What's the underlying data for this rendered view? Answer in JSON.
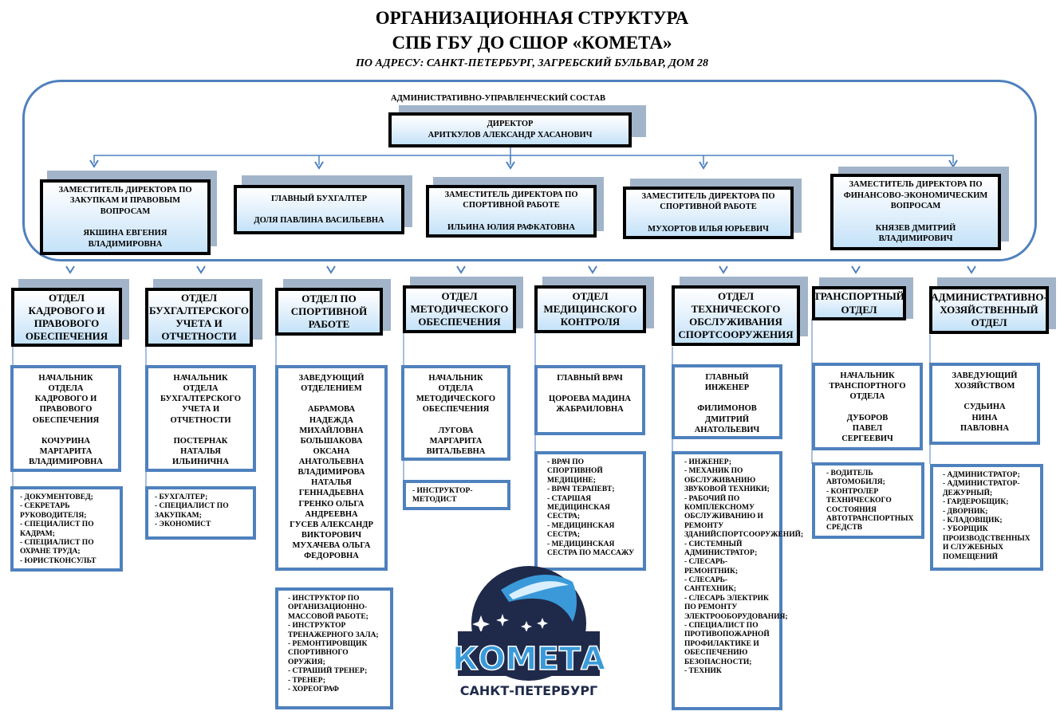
{
  "header": {
    "title_line1": "ОРГАНИЗАЦИОННАЯ СТРУКТУРА",
    "title_line2": "СПБ ГБУ ДО СШОР «КОМЕТА»",
    "address": "ПО АДРЕСУ: САНКТ-ПЕТЕРБУРГ, ЗАГРЕБСКИЙ БУЛЬВАР, ДОМ 28"
  },
  "admin": {
    "label": "АДМИНИСТРАТИВНО-УПРАВЛЕНЧЕСКИЙ СОСТАВ",
    "director": "ДИРЕКТОР\nАРИТКУЛОВ  АЛЕКСАНДР ХАСАНОВИЧ",
    "deputies": [
      "ЗАМЕСТИТЕЛЬ ДИРЕКТОРА ПО ЗАКУПКАМ И ПРАВОВЫМ ВОПРОСАМ\n\nЯКШИНА  ЕВГЕНИЯ ВЛАДИМИРОВНА",
      "ГЛАВНЫЙ  БУХГАЛТЕР\n\nДОЛЯ  ПАВЛИНА  ВАСИЛЬЕВНА",
      "ЗАМЕСТИТЕЛЬ ДИРЕКТОРА ПО СПОРТИВНОЙ РАБОТЕ\n\nИЛЬИНА  ЮЛИЯ  РАФКАТОВНА",
      "ЗАМЕСТИТЕЛЬ ДИРЕКТОРА ПО СПОРТИВНОЙ РАБОТЕ\n\nМУХОРТОВ  ИЛЬЯ  ЮРЬЕВИЧ",
      "ЗАМЕСТИТЕЛЬ ДИРЕКТОРА ПО ФИНАНСОВО-ЭКОНОМИЧЕСКИМ ВОПРОСАМ\n\nКНЯЗЕВ  ДМИТРИЙ ВЛАДИМИРОВИЧ"
    ]
  },
  "departments": [
    {
      "name": "ОТДЕЛ\nКАДРОВОГО И\nПРАВОВОГО\nОБЕСПЕЧЕНИЯ",
      "head": "НАЧАЛЬНИК\nОТДЕЛА\nКАДРОВОГО И\nПРАВОВОГО\nОБЕСПЕЧЕНИЯ\n\nКОЧУРИНА\nМАРГАРИТА\nВЛАДИМИРОВНА",
      "staff": [
        "-  ДОКУМЕНТОВЕД;",
        "-  СЕКРЕТАРЬ РУКОВОДИТЕЛЯ;",
        "-  СПЕЦИАЛИСТ ПО КАДРАМ;",
        "-  СПЕЦИАЛИСТ ПО ОХРАНЕ ТРУДА;",
        "-  ЮРИСТКОНСУЛЬТ"
      ]
    },
    {
      "name": "ОТДЕЛ\nБУХГАЛТЕРСКОГО\nУЧЕТА И\nОТЧЕТНОСТИ",
      "head": "НАЧАЛЬНИК\nОТДЕЛА\nБУХГАЛТЕРСКОГО\nУЧЕТА И\nОТЧЕТНОСТИ\n\nПОСТЕРНАК\nНАТАЛЬЯ\nИЛЬИНИЧНА",
      "staff": [
        "-  БУХГАЛТЕР;",
        "-  СПЕЦИАЛИСТ ПО ЗАКУПКАМ;",
        "-  ЭКОНОМИСТ"
      ]
    },
    {
      "name": "ОТДЕЛ ПО\nСПОРТИВНОЙ\nРАБОТЕ",
      "head": "ЗАВЕДУЮЩИЙ\nОТДЕЛЕНИЕМ\n\nАБРАМОВА\nНАДЕЖДА\nМИХАЙЛОВНА\nБОЛЬШАКОВА\nОКСАНА\nАНАТОЛЬЕВНА\nВЛАДИМИРОВА\nНАТАЛЬЯ\nГЕННАДЬЕВНА\nГРЕНКО ОЛЬГА\nАНДРЕЕВНА\nГУСЕВ АЛЕКСАНДР\nВИКТОРОВИЧ\nМУХАЧЕВА ОЛЬГА\nФЕДОРОВНА",
      "staff": [
        "-  ИНСТРУКТОР ПО ОРГАНИЗАЦИОННО-МАССОВОЙ РАБОТЕ;",
        "-  ИНСТРУКТОР ТРЕНАЖЕРНОГО ЗАЛА;",
        "-  РЕМОНТИРОВЩИК СПОРТИВНОГО ОРУЖИЯ;",
        "- СТРАШИЙ ТРЕНЕР;",
        "-  ТРЕНЕР;",
        "-  ХОРЕОГРАФ"
      ]
    },
    {
      "name": "ОТДЕЛ\nМЕТОДИЧЕСКОГО\nОБЕСПЕЧЕНИЯ",
      "head": "НАЧАЛЬНИК\nОТДЕЛА\nМЕТОДИЧЕСКОГО\nОБЕСПЕЧЕНИЯ\n\nЛУГОВА\nМАРГАРИТА\nВИТАЛЬЕВНА",
      "staff": [
        "-   ИНСТРУКТОР-МЕТОДИСТ"
      ]
    },
    {
      "name": "ОТДЕЛ\nМЕДИЦИНСКОГО\nКОНТРОЛЯ",
      "head": "ГЛАВНЫЙ ВРАЧ\n\nЦОРОЕВА МАДИНА\nЖАБРАИЛОВНА",
      "staff": [
        "-  ВРАЧ ПО СПОРТИВНОЙ МЕДИЦИНЕ;",
        "-  ВРАЧ ТЕРАПЕВТ;",
        "-  СТАРШАЯ МЕДИЦИНСКАЯ СЕСТРА;",
        "-  МЕДИЦИНСКАЯ СЕСТРА;",
        " -  МЕДИЦИНСКАЯ СЕСТРА ПО МАССАЖУ"
      ]
    },
    {
      "name": "ОТДЕЛ\nТЕХНИЧЕСКОГО\nОБСЛУЖИВАНИЯ\nСПОРТСООРУЖЕНИЯ",
      "head": "ГЛАВНЫЙ\nИНЖЕНЕР\n\nФИЛИМОНОВ\nДМИТРИЙ\nАНАТОЛЬЕВИЧ",
      "staff": [
        "-  ИНЖЕНЕР;",
        "-  МЕХАНИК ПО ОБСЛУЖИВАНИЮ ЗВУКОВОЙ ТЕХНИКИ;",
        "-  РАБОЧИЙ ПО КОМПЛЕКСНОМУ ОБСЛУЖИВАНИЮ И РЕМОНТУ ЗДАНИЙСПОРТСООРУЖЕНИЙ;",
        " - СИСТЕМНЫЙ АДМИНИСТРАТОР;",
        " - СЛЕСАРЬ-РЕМОНТНИК;",
        "-  СЛЕСАРЬ-САНТЕХНИК;",
        "-  СЛЕСАРЬ ЭЛЕКТРИК ПО РЕМОНТУ ЭЛЕКТРООБОРУДОВАНИЯ;",
        "-  СПЕЦИАЛИСТ ПО ПРОТИВОПОЖАРНОЙ ПРОФИЛАКТИКЕ И ОБЕСПЕЧЕНИЮ БЕЗОПАСНОСТИ;",
        "-  ТЕХНИК"
      ]
    },
    {
      "name": "ТРАНСПОРТНЫЙ\nОТДЕЛ",
      "head": "НАЧАЛЬНИК\nТРАНСПОРТНОГО\nОТДЕЛА\n\nДУБОРОВ\nПАВЕЛ\nСЕРГЕЕВИЧ",
      "staff": [
        "-  ВОДИТЕЛЬ АВТОМОБИЛЯ;",
        " -  КОНТРОЛЕР ТЕХНИЧЕСКОГО СОСТОЯНИЯ АВТОТРАНСПОРТНЫХ СРЕДСТВ"
      ]
    },
    {
      "name": "АДМИНИСТРАТИВНО-\nХОЗЯЙСТВЕННЫЙ\nОТДЕЛ",
      "head": "ЗАВЕДУЮЩИЙ\nХОЗЯЙСТВОМ\n\nСУДЬИНА\nНИНА\nПАВЛОВНА",
      "staff": [
        "-  АДМИНИСТРАТОР;",
        "-  АДМИНИСТРАТОР-ДЕЖУРНЫЙ;",
        "-  ГАРДЕРОБЩИК;",
        "-  ДВОРНИК;",
        "-  КЛАДОВЩИК;",
        "-  УБОРЩИК ПРОИЗВОДСТВЕННЫХ И СЛУЖЕБНЫХ ПОМЕЩЕНИЙ"
      ]
    }
  ],
  "logo": {
    "name": "КОМЕТА",
    "city": "САНКТ-ПЕТЕРБУРГ",
    "icon": "comet-logo-icon"
  },
  "colors": {
    "connector": "#4f81bd",
    "shadow": "#a2b4c9",
    "box_border": "#000000",
    "logo_dark": "#1f2a4a",
    "logo_blue": "#3a9ad9"
  }
}
